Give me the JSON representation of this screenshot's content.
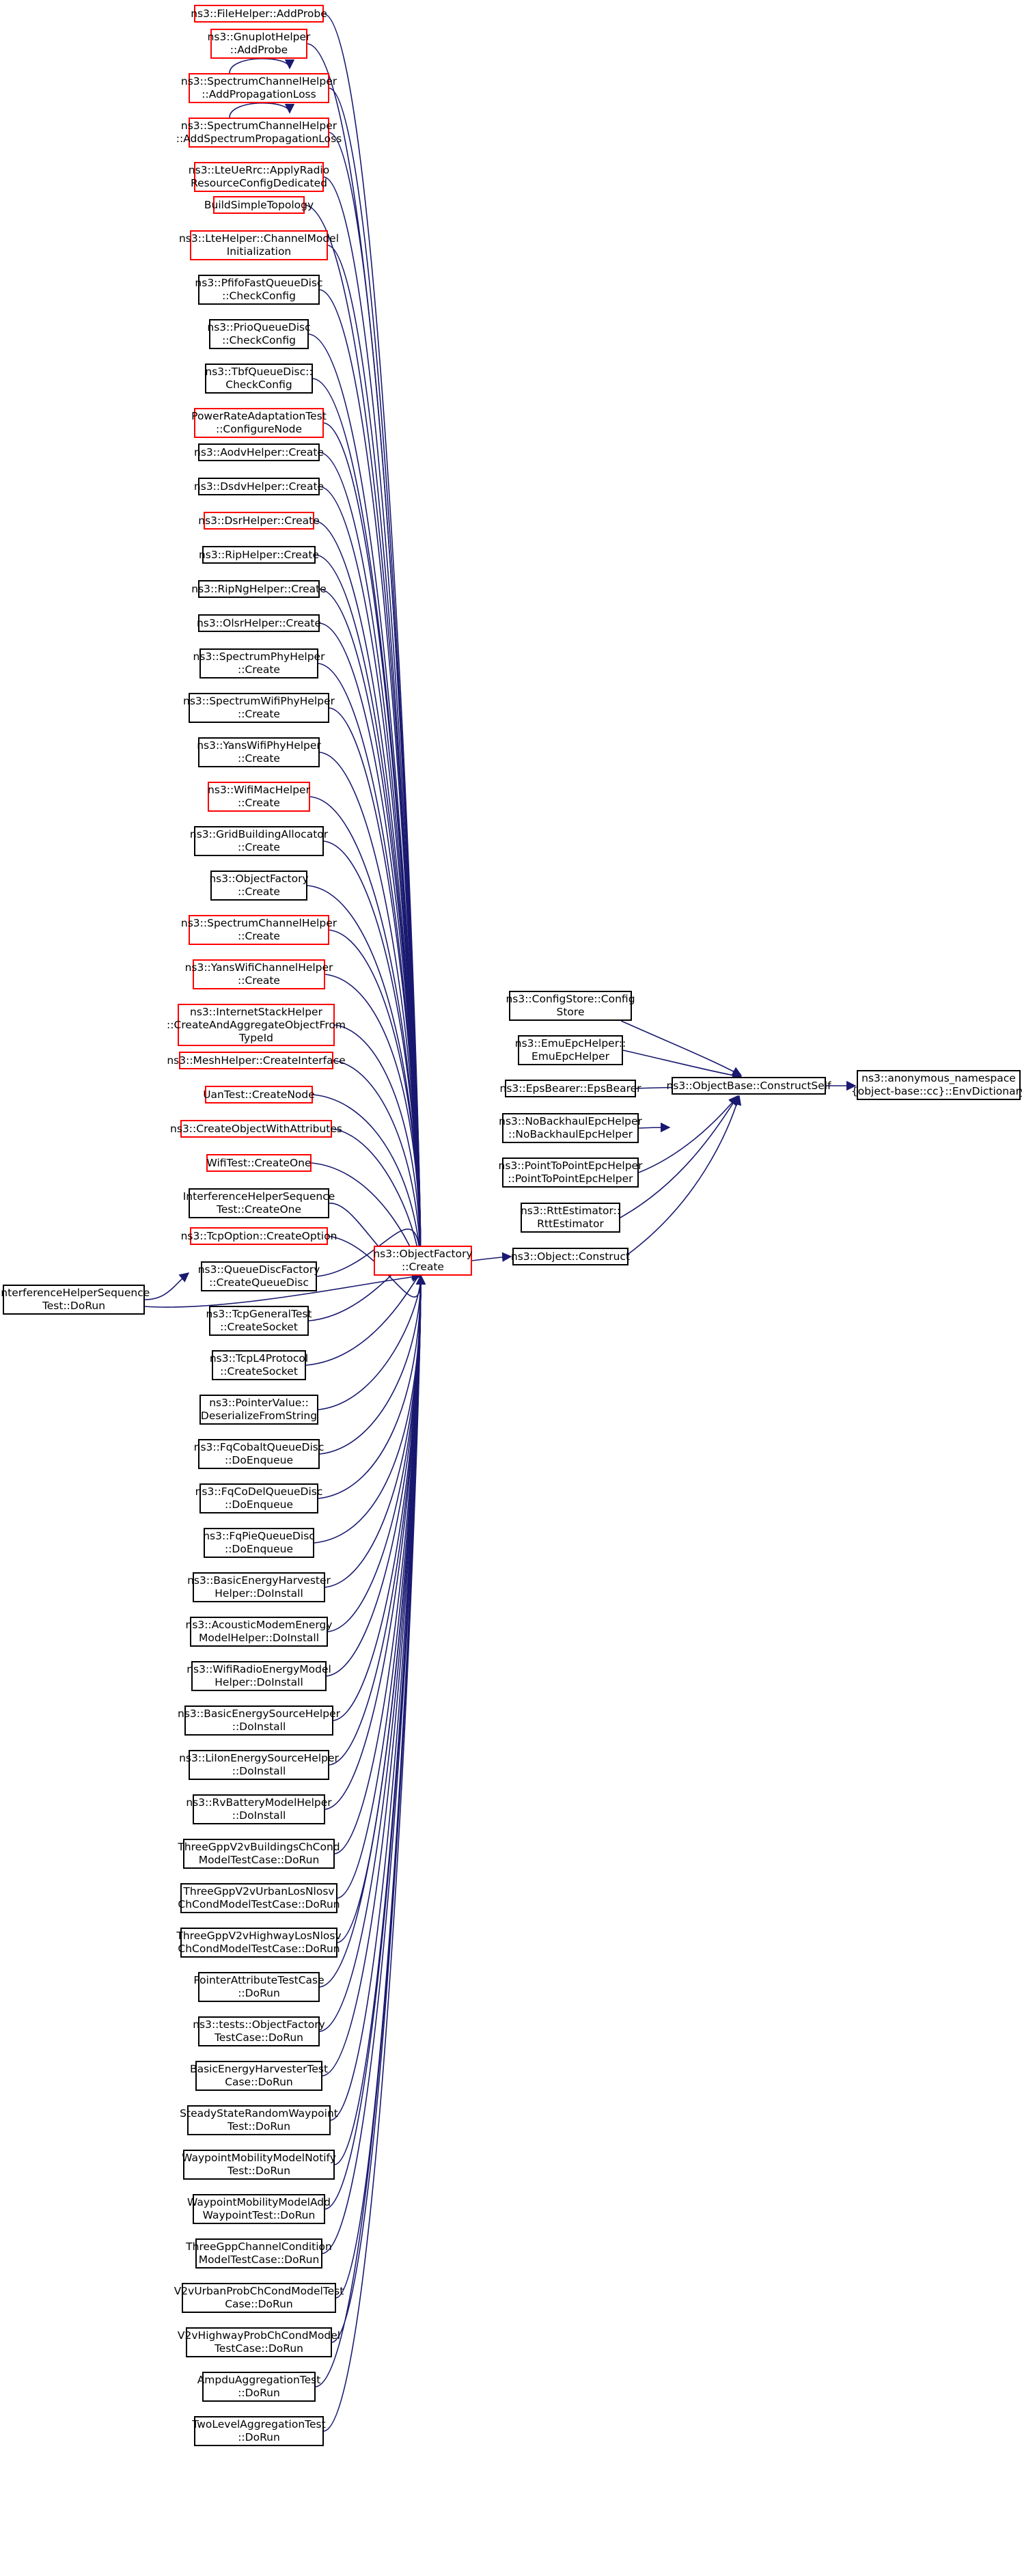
{
  "colors": {
    "edge": "#191970",
    "border_default": "#000000",
    "border_truncated": "#ff0000",
    "focus_fill": "#bfbfbf",
    "background": "#ffffff"
  },
  "nodes": {
    "env_dictionary": {
      "lines": [
        "ns3::anonymous_namespace",
        "{object-base::cc}::EnvDictionary"
      ],
      "style": "focus"
    },
    "construct_self": {
      "lines": [
        "ns3::ObjectBase::ConstructSelf"
      ],
      "style": "black"
    },
    "config_store": {
      "lines": [
        "ns3::ConfigStore::Config",
        "Store"
      ],
      "style": "black"
    },
    "emu_epc_helper": {
      "lines": [
        "ns3::EmuEpcHelper::",
        "EmuEpcHelper"
      ],
      "style": "black"
    },
    "eps_bearer": {
      "lines": [
        "ns3::EpsBearer::EpsBearer"
      ],
      "style": "black"
    },
    "no_backhaul": {
      "lines": [
        "ns3::NoBackhaulEpcHelper",
        "::NoBackhaulEpcHelper"
      ],
      "style": "black"
    },
    "p2p_epc": {
      "lines": [
        "ns3::PointToPointEpcHelper",
        "::PointToPointEpcHelper"
      ],
      "style": "black"
    },
    "rtt_estimator": {
      "lines": [
        "ns3::RttEstimator::",
        "RttEstimator"
      ],
      "style": "black"
    },
    "object_construct": {
      "lines": [
        "ns3::Object::Construct"
      ],
      "style": "black"
    },
    "object_factory_create": {
      "lines": [
        "ns3::ObjectFactory",
        "::Create"
      ],
      "style": "red"
    },
    "interference_dorun": {
      "lines": [
        "InterferenceHelperSequence",
        "Test::DoRun"
      ],
      "style": "black"
    },
    "callers": [
      {
        "lines": [
          "ns3::FileHelper::AddProbe"
        ],
        "style": "red"
      },
      {
        "lines": [
          "ns3::GnuplotHelper",
          "::AddProbe"
        ],
        "style": "red"
      },
      {
        "lines": [
          "ns3::SpectrumChannelHelper",
          "::AddPropagationLoss"
        ],
        "style": "red"
      },
      {
        "lines": [
          "ns3::SpectrumChannelHelper",
          "::AddSpectrumPropagationLoss"
        ],
        "style": "red"
      },
      {
        "lines": [
          "ns3::LteUeRrc::ApplyRadio",
          "ResourceConfigDedicated"
        ],
        "style": "red"
      },
      {
        "lines": [
          "BuildSimpleTopology"
        ],
        "style": "red"
      },
      {
        "lines": [
          "ns3::LteHelper::ChannelModel",
          "Initialization"
        ],
        "style": "red"
      },
      {
        "lines": [
          "ns3::PfifoFastQueueDisc",
          "::CheckConfig"
        ],
        "style": "black"
      },
      {
        "lines": [
          "ns3::PrioQueueDisc",
          "::CheckConfig"
        ],
        "style": "black"
      },
      {
        "lines": [
          "ns3::TbfQueueDisc::",
          "CheckConfig"
        ],
        "style": "black"
      },
      {
        "lines": [
          "PowerRateAdaptationTest",
          "::ConfigureNode"
        ],
        "style": "red"
      },
      {
        "lines": [
          "ns3::AodvHelper::Create"
        ],
        "style": "black"
      },
      {
        "lines": [
          "ns3::DsdvHelper::Create"
        ],
        "style": "black"
      },
      {
        "lines": [
          "ns3::DsrHelper::Create"
        ],
        "style": "red"
      },
      {
        "lines": [
          "ns3::RipHelper::Create"
        ],
        "style": "black"
      },
      {
        "lines": [
          "ns3::RipNgHelper::Create"
        ],
        "style": "black"
      },
      {
        "lines": [
          "ns3::OlsrHelper::Create"
        ],
        "style": "black"
      },
      {
        "lines": [
          "ns3::SpectrumPhyHelper",
          "::Create"
        ],
        "style": "black"
      },
      {
        "lines": [
          "ns3::SpectrumWifiPhyHelper",
          "::Create"
        ],
        "style": "black"
      },
      {
        "lines": [
          "ns3::YansWifiPhyHelper",
          "::Create"
        ],
        "style": "black"
      },
      {
        "lines": [
          "ns3::WifiMacHelper",
          "::Create"
        ],
        "style": "red"
      },
      {
        "lines": [
          "ns3::GridBuildingAllocator",
          "::Create"
        ],
        "style": "black"
      },
      {
        "lines": [
          "ns3::ObjectFactory",
          "::Create"
        ],
        "style": "black"
      },
      {
        "lines": [
          "ns3::SpectrumChannelHelper",
          "::Create"
        ],
        "style": "red"
      },
      {
        "lines": [
          "ns3::YansWifiChannelHelper",
          "::Create"
        ],
        "style": "red"
      },
      {
        "lines": [
          "ns3::InternetStackHelper",
          "::CreateAndAggregateObjectFrom",
          "TypeId"
        ],
        "style": "red"
      },
      {
        "lines": [
          "ns3::MeshHelper::CreateInterface"
        ],
        "style": "red"
      },
      {
        "lines": [
          "UanTest::CreateNode"
        ],
        "style": "red"
      },
      {
        "lines": [
          "ns3::CreateObjectWithAttributes"
        ],
        "style": "red"
      },
      {
        "lines": [
          "WifiTest::CreateOne"
        ],
        "style": "red"
      },
      {
        "lines": [
          "InterferenceHelperSequence",
          "Test::CreateOne"
        ],
        "style": "black"
      },
      {
        "lines": [
          "ns3::TcpOption::CreateOption"
        ],
        "style": "red"
      },
      {
        "lines": [
          "ns3::QueueDiscFactory",
          "::CreateQueueDisc"
        ],
        "style": "black"
      },
      {
        "lines": [
          "ns3::TcpGeneralTest",
          "::CreateSocket"
        ],
        "style": "black"
      },
      {
        "lines": [
          "ns3::TcpL4Protocol",
          "::CreateSocket"
        ],
        "style": "black"
      },
      {
        "lines": [
          "ns3::PointerValue::",
          "DeserializeFromString"
        ],
        "style": "black"
      },
      {
        "lines": [
          "ns3::FqCobaltQueueDisc",
          "::DoEnqueue"
        ],
        "style": "black"
      },
      {
        "lines": [
          "ns3::FqCoDelQueueDisc",
          "::DoEnqueue"
        ],
        "style": "black"
      },
      {
        "lines": [
          "ns3::FqPieQueueDisc",
          "::DoEnqueue"
        ],
        "style": "black"
      },
      {
        "lines": [
          "ns3::BasicEnergyHarvester",
          "Helper::DoInstall"
        ],
        "style": "black"
      },
      {
        "lines": [
          "ns3::AcousticModemEnergy",
          "ModelHelper::DoInstall"
        ],
        "style": "black"
      },
      {
        "lines": [
          "ns3::WifiRadioEnergyModel",
          "Helper::DoInstall"
        ],
        "style": "black"
      },
      {
        "lines": [
          "ns3::BasicEnergySourceHelper",
          "::DoInstall"
        ],
        "style": "black"
      },
      {
        "lines": [
          "ns3::LiIonEnergySourceHelper",
          "::DoInstall"
        ],
        "style": "black"
      },
      {
        "lines": [
          "ns3::RvBatteryModelHelper",
          "::DoInstall"
        ],
        "style": "black"
      },
      {
        "lines": [
          "ThreeGppV2vBuildingsChCond",
          "ModelTestCase::DoRun"
        ],
        "style": "black"
      },
      {
        "lines": [
          "ThreeGppV2vUrbanLosNlosv",
          "ChCondModelTestCase::DoRun"
        ],
        "style": "black"
      },
      {
        "lines": [
          "ThreeGppV2vHighwayLosNlosv",
          "ChCondModelTestCase::DoRun"
        ],
        "style": "black"
      },
      {
        "lines": [
          "PointerAttributeTestCase",
          "::DoRun"
        ],
        "style": "black"
      },
      {
        "lines": [
          "ns3::tests::ObjectFactory",
          "TestCase::DoRun"
        ],
        "style": "black"
      },
      {
        "lines": [
          "BasicEnergyHarvesterTest",
          "Case::DoRun"
        ],
        "style": "black"
      },
      {
        "lines": [
          "SteadyStateRandomWaypoint",
          "Test::DoRun"
        ],
        "style": "black"
      },
      {
        "lines": [
          "WaypointMobilityModelNotify",
          "Test::DoRun"
        ],
        "style": "black"
      },
      {
        "lines": [
          "WaypointMobilityModelAdd",
          "WaypointTest::DoRun"
        ],
        "style": "black"
      },
      {
        "lines": [
          "ThreeGppChannelCondition",
          "ModelTestCase::DoRun"
        ],
        "style": "black"
      },
      {
        "lines": [
          "V2vUrbanProbChCondModelTest",
          "Case::DoRun"
        ],
        "style": "black"
      },
      {
        "lines": [
          "V2vHighwayProbChCondModel",
          "TestCase::DoRun"
        ],
        "style": "black"
      },
      {
        "lines": [
          "AmpduAggregationTest",
          "::DoRun"
        ],
        "style": "black"
      },
      {
        "lines": [
          "TwoLevelAggregationTest",
          "::DoRun"
        ],
        "style": "black"
      }
    ]
  }
}
